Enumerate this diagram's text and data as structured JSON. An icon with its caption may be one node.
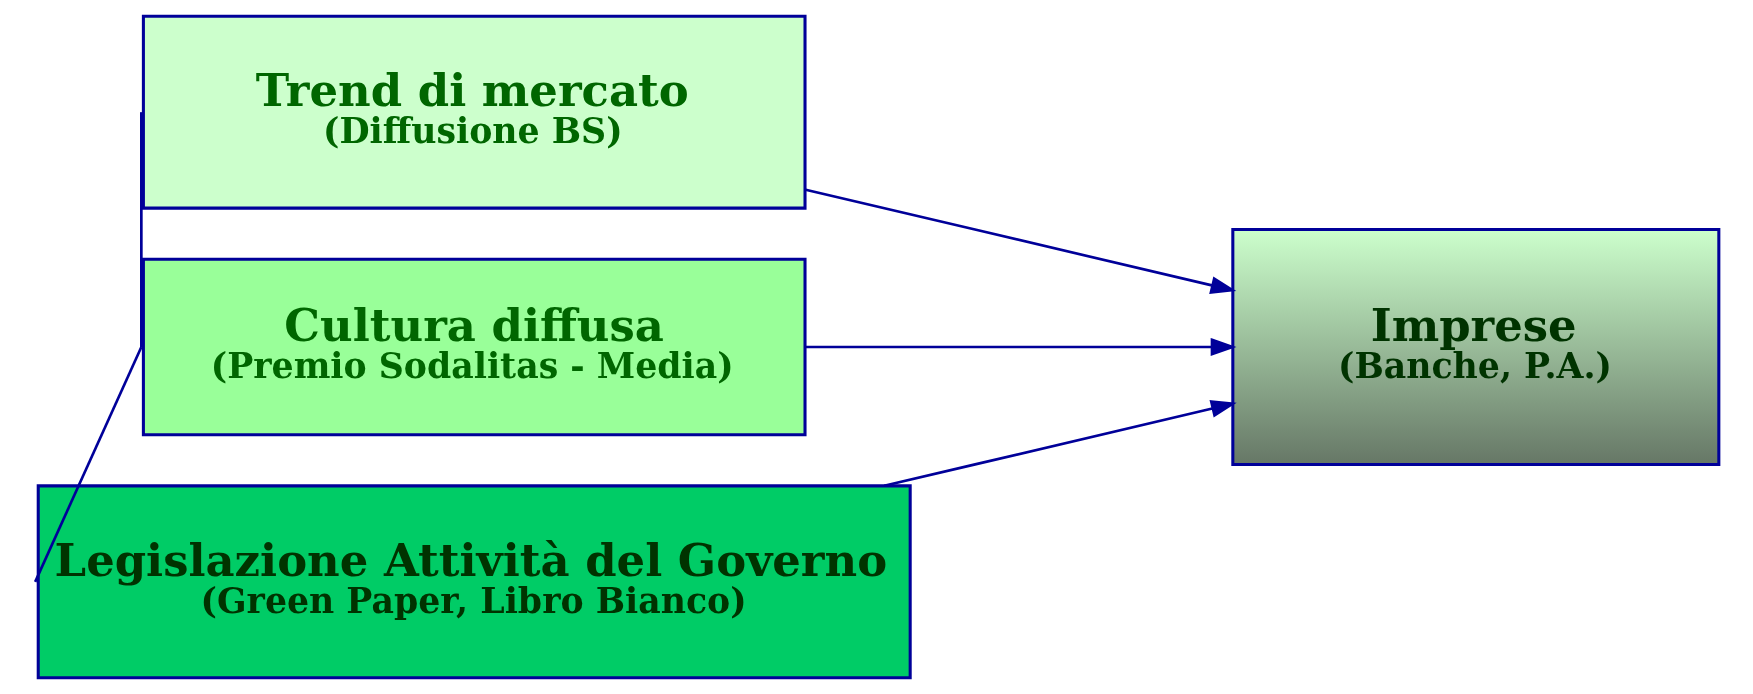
{
  "diagram": {
    "nodes": [
      {
        "text": [
          "Trend di mercato",
          "(Diffusione BS)"
        ]
      },
      {
        "text": [
          "Cultura diffusa",
          "(Premio Sodalitas - Media)"
        ]
      },
      {
        "text": [
          "Legislazione Attività del Governo",
          "(Green Paper, Libro Bianco)"
        ]
      },
      {
        "text": [
          "Imprese",
          "(Banche, P.A.)"
        ]
      }
    ],
    "edges": [
      {
        "from": 0,
        "to": 1,
        "arrow": "none"
      },
      {
        "from": 1,
        "to": 2,
        "arrow": "none"
      },
      {
        "from": 0,
        "to": 3,
        "arrow": "to"
      },
      {
        "from": 1,
        "to": 3,
        "arrow": "to"
      },
      {
        "from": 2,
        "to": 3,
        "arrow": "to"
      }
    ]
  }
}
